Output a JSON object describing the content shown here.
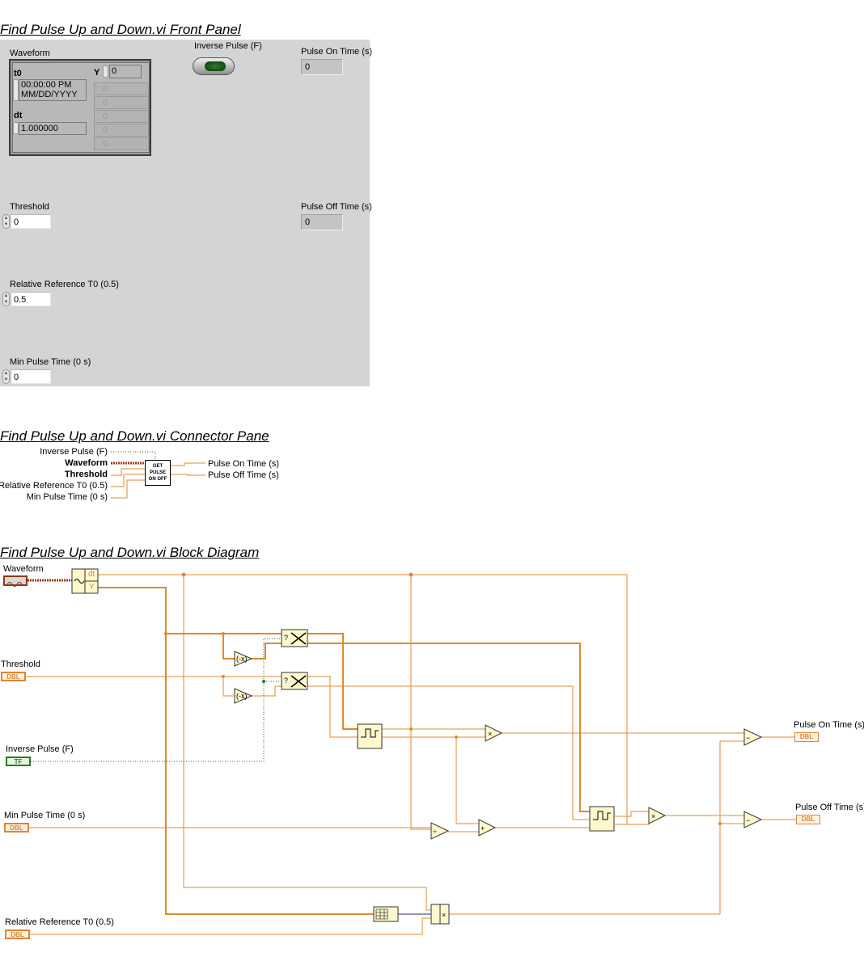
{
  "sections": {
    "front_panel": "Find Pulse Up and Down.vi Front Panel",
    "connector_pane": "Find Pulse Up and Down.vi Connector Pane",
    "block_diagram": "Find Pulse Up and Down.vi Block Diagram"
  },
  "front_panel": {
    "waveform": {
      "label": "Waveform",
      "t0_label": "t0",
      "t0_time": "00:00:00 PM",
      "t0_date": "MM/DD/YYYY",
      "dt_label": "dt",
      "dt_value": "1.000000",
      "y_label": "Y",
      "y_index": "0",
      "y_values": [
        "0",
        "0",
        "0",
        "0",
        "0"
      ]
    },
    "inverse_pulse": {
      "label": "Inverse Pulse (F)"
    },
    "pulse_on_time": {
      "label": "Pulse On Time (s)",
      "value": "0"
    },
    "pulse_off_time": {
      "label": "Pulse Off Time (s)",
      "value": "0"
    },
    "threshold": {
      "label": "Threshold",
      "value": "0"
    },
    "relative_reference": {
      "label": "Relative Reference T0 (0.5)",
      "value": "0.5"
    },
    "min_pulse_time": {
      "label": "Min Pulse Time (0 s)",
      "value": "0"
    }
  },
  "connector_pane": {
    "inputs": [
      "Inverse Pulse (F)",
      "Waveform",
      "Threshold",
      "Relative Reference T0 (0.5)",
      "Min Pulse Time (0 s)"
    ],
    "outputs": [
      "Pulse On Time (s)",
      "Pulse Off Time (s)"
    ],
    "icon_text": [
      "GET",
      "PULSE",
      "ON OFF"
    ]
  },
  "block_diagram": {
    "labels": {
      "waveform": "Waveform",
      "threshold": "Threshold",
      "inverse_pulse": "Inverse Pulse (F)",
      "min_pulse_time": "Min Pulse Time (0 s)",
      "relative_reference": "Relative Reference T0 (0.5)",
      "pulse_on_time": "Pulse On Time (s)",
      "pulse_off_time": "Pulse Off Time (s)"
    },
    "terminals": {
      "dbl": "DBL",
      "tf": "TF"
    },
    "unbundle": {
      "dt": "dt",
      "y": "Y"
    }
  }
}
